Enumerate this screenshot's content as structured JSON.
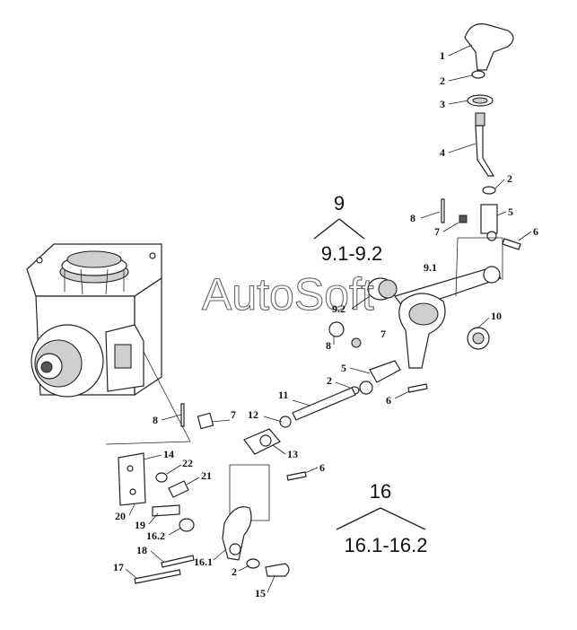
{
  "watermark": "AutoSoft",
  "groups": [
    {
      "head": "9",
      "range": "9.1-9.2"
    },
    {
      "head": "16",
      "range": "16.1-16.2"
    }
  ],
  "callouts": [
    "1",
    "2",
    "3",
    "4",
    "2",
    "8",
    "7",
    "5",
    "6",
    "9.1",
    "9.2",
    "8",
    "7",
    "10",
    "5",
    "2",
    "6",
    "11",
    "12",
    "13",
    "6",
    "8",
    "7",
    "14",
    "22",
    "21",
    "20",
    "19",
    "16.2",
    "18",
    "17",
    "16.1",
    "2",
    "15"
  ]
}
